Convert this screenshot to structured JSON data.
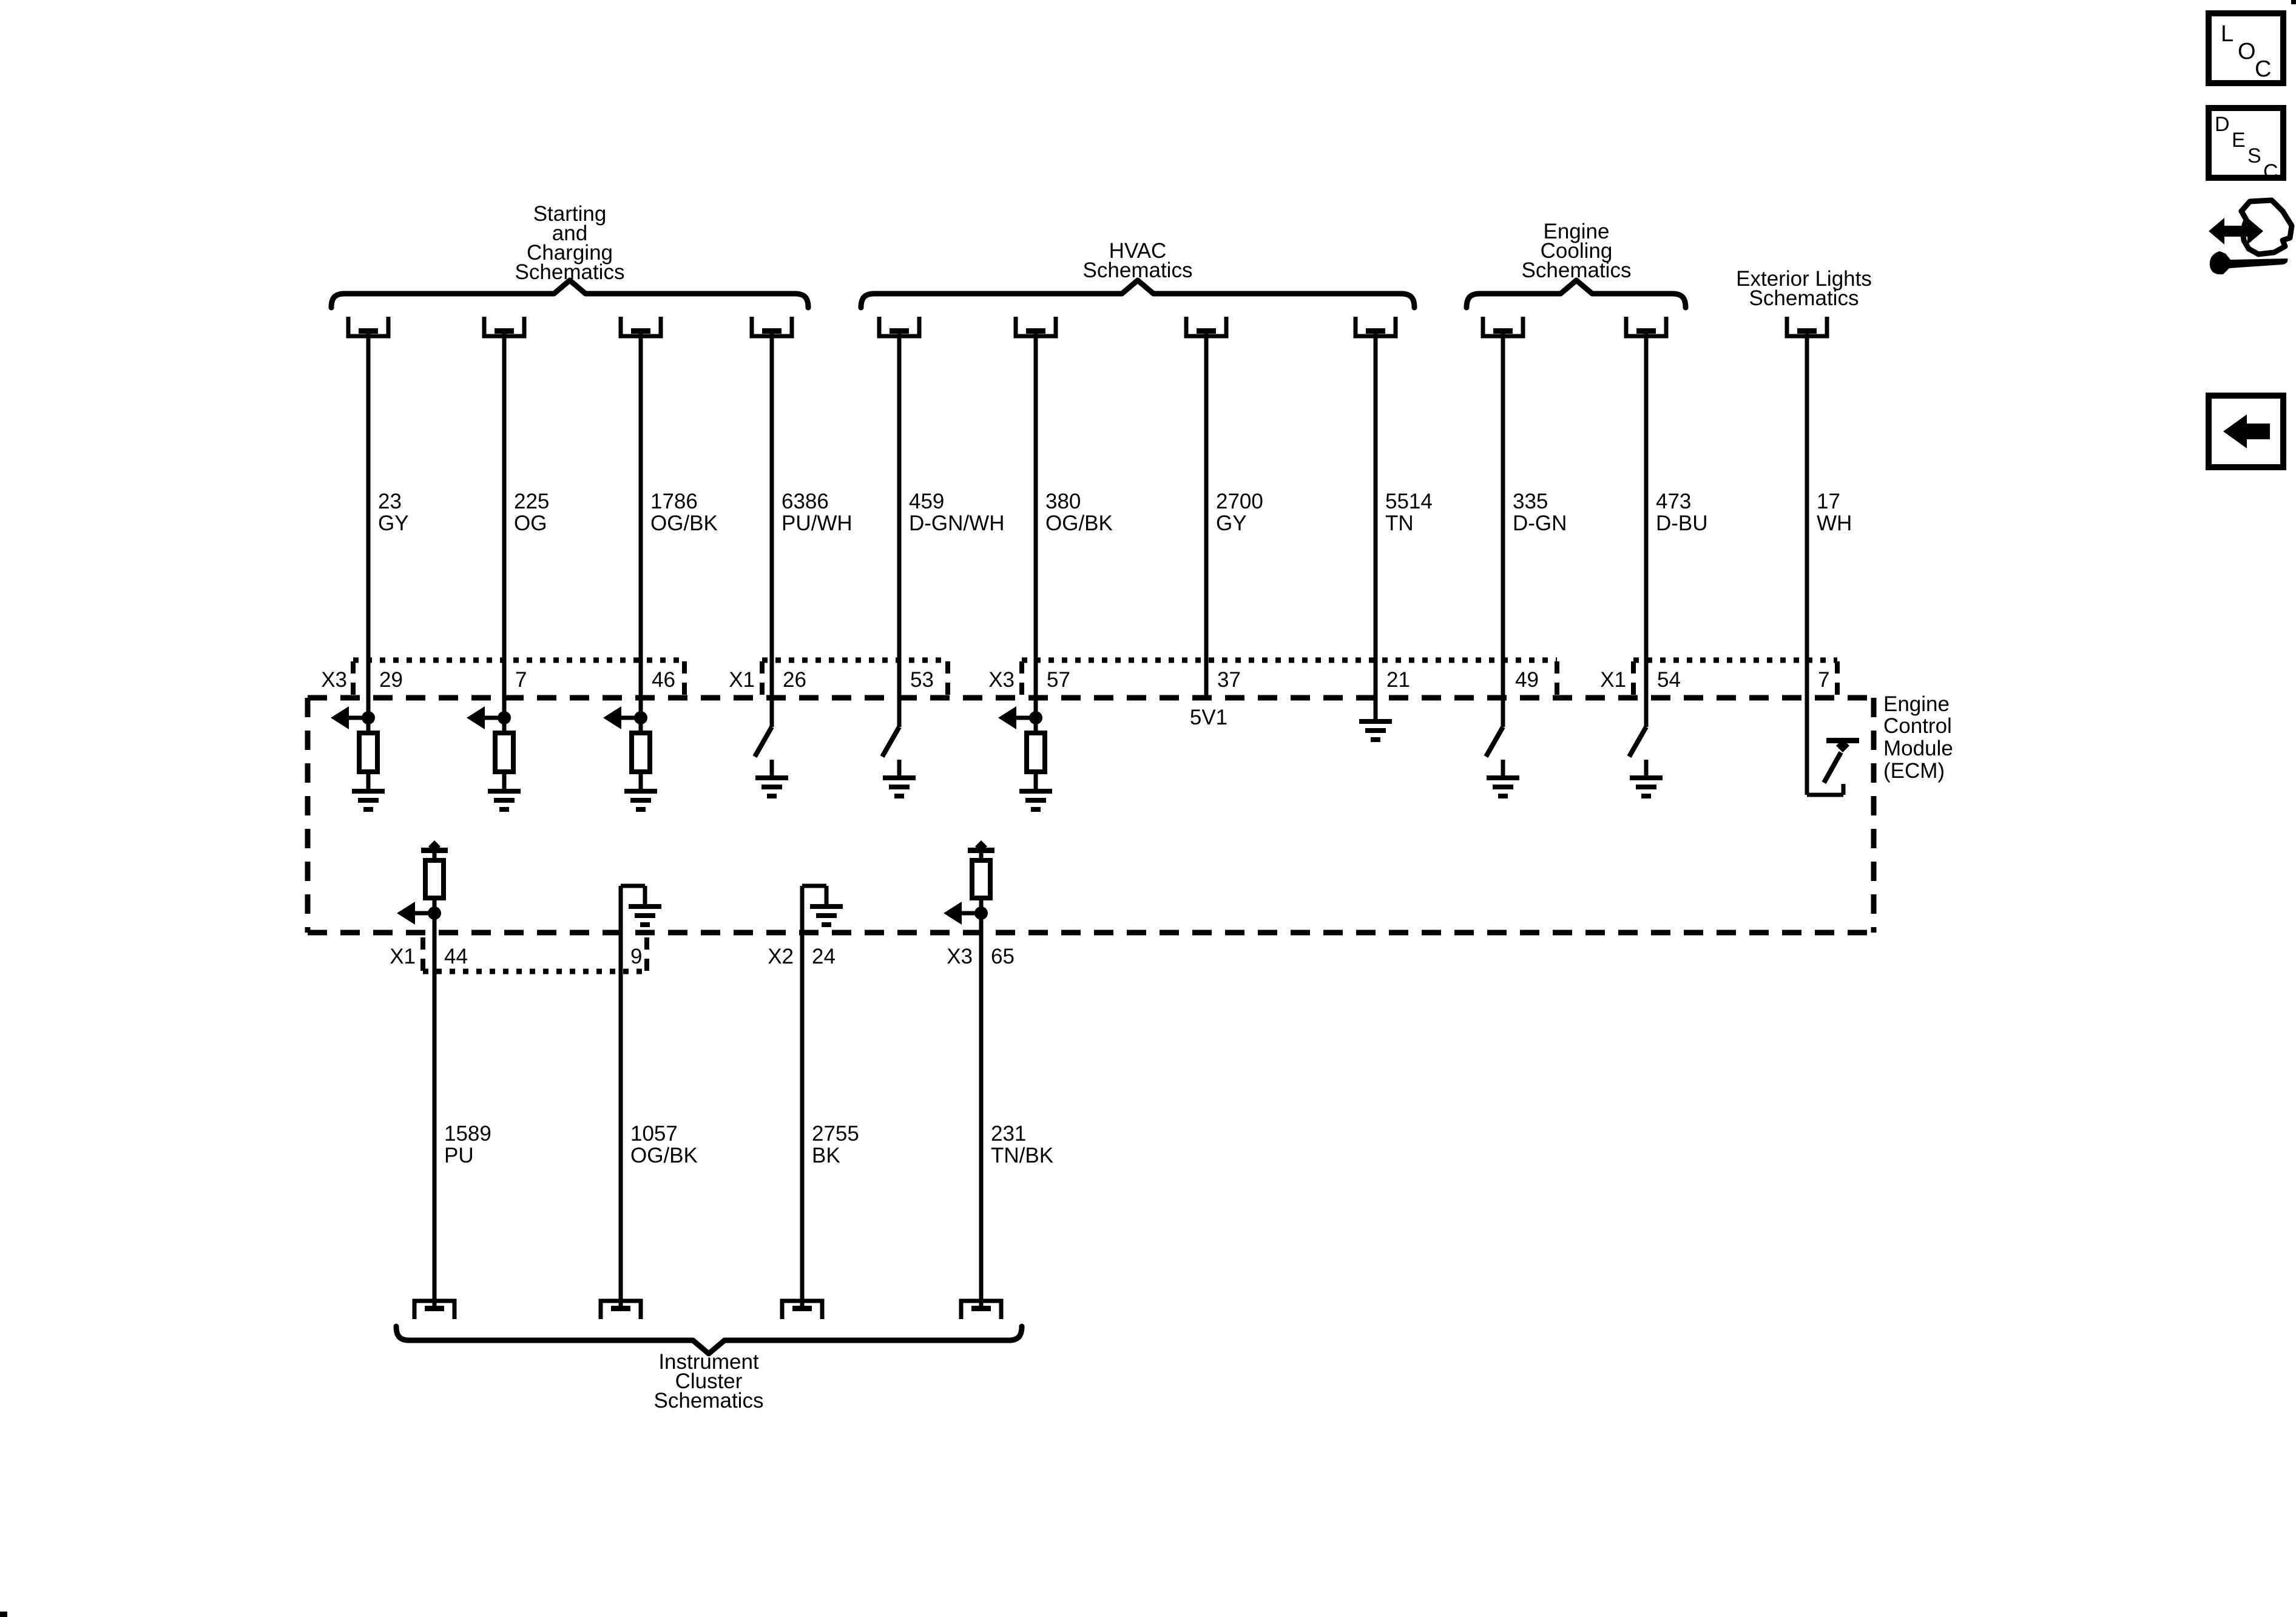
{
  "colors": {
    "line": "#000000",
    "background": "#ffffff"
  },
  "icons": {
    "loc_chars": [
      "L",
      "O",
      "C"
    ],
    "desc_chars": [
      "D",
      "E",
      "S",
      "C"
    ]
  },
  "sections": {
    "starting_charging": {
      "lines": [
        "Starting",
        "and",
        "Charging",
        "Schematics"
      ]
    },
    "hvac": {
      "lines": [
        "HVAC",
        "Schematics"
      ]
    },
    "engine_cooling": {
      "lines": [
        "Engine",
        "Cooling",
        "Schematics"
      ]
    },
    "exterior_lights": {
      "lines": [
        "Exterior Lights",
        "Schematics"
      ]
    },
    "instrument_cluster": {
      "lines": [
        "Instrument",
        "Cluster",
        "Schematics"
      ]
    }
  },
  "ecm": {
    "name_lines": [
      "Engine",
      "Control",
      "Module",
      "(ECM)"
    ],
    "ref_5v": "5V1"
  },
  "connectors": {
    "top_groups": [
      "X3",
      "X1",
      "X3",
      "X1"
    ],
    "bottom_groups": [
      "X1",
      "X2",
      "X3"
    ]
  },
  "top_wires": [
    {
      "pin": "29",
      "circuit": "23",
      "color": "GY"
    },
    {
      "pin": "7",
      "circuit": "225",
      "color": "OG"
    },
    {
      "pin": "46",
      "circuit": "1786",
      "color": "OG/BK"
    },
    {
      "pin": "26",
      "circuit": "6386",
      "color": "PU/WH"
    },
    {
      "pin": "53",
      "circuit": "459",
      "color": "D-GN/WH"
    },
    {
      "pin": "57",
      "circuit": "380",
      "color": "OG/BK"
    },
    {
      "pin": "37",
      "circuit": "2700",
      "color": "GY"
    },
    {
      "pin": "21",
      "circuit": "5514",
      "color": "TN"
    },
    {
      "pin": "49",
      "circuit": "335",
      "color": "D-GN"
    },
    {
      "pin": "54",
      "circuit": "473",
      "color": "D-BU"
    },
    {
      "pin": "7",
      "circuit": "17",
      "color": "WH"
    }
  ],
  "bottom_wires": [
    {
      "pin": "44",
      "circuit": "1589",
      "color": "PU"
    },
    {
      "pin": "9",
      "circuit": "1057",
      "color": "OG/BK"
    },
    {
      "pin": "24",
      "circuit": "2755",
      "color": "BK"
    },
    {
      "pin": "65",
      "circuit": "231",
      "color": "TN/BK"
    }
  ]
}
